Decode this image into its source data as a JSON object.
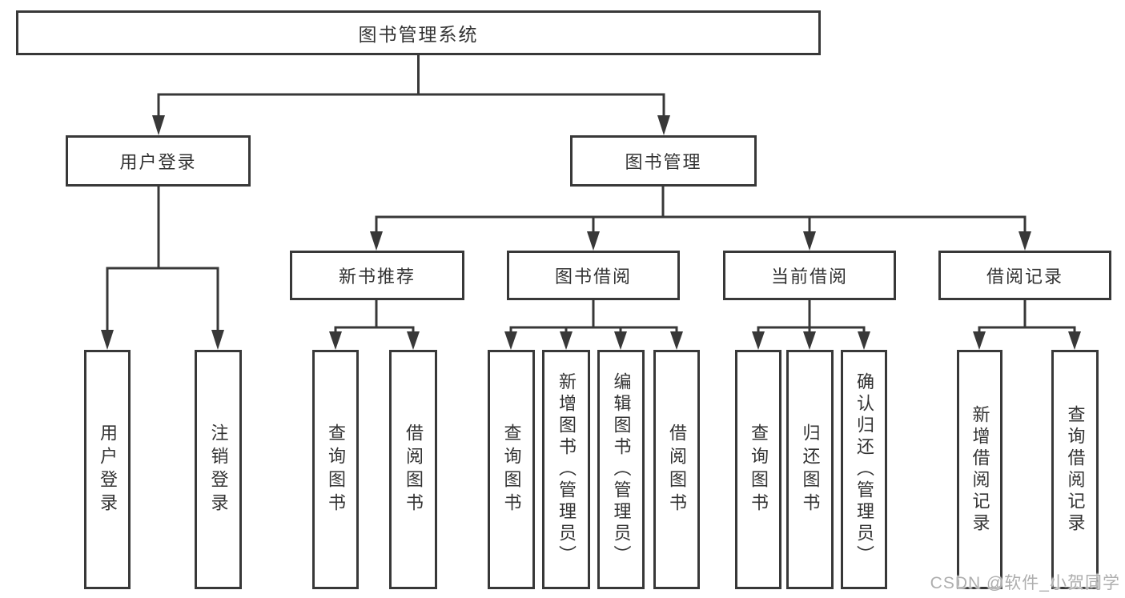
{
  "diagram": {
    "root": "图书管理系统",
    "l2": [
      "用户登录",
      "图书管理"
    ],
    "l3": [
      "新书推荐",
      "图书借阅",
      "当前借阅",
      "借阅记录"
    ],
    "l4": {
      "login": [
        "用户登录",
        "注销登录"
      ],
      "recommend": [
        "查询图书",
        "借阅图书"
      ],
      "borrow": [
        "查询图书",
        "新增图书（管理员）",
        "编辑图书（管理员）",
        "借阅图书"
      ],
      "current": [
        "查询图书",
        "归还图书",
        "确认归还（管理员）"
      ],
      "records": [
        "新增借阅记录",
        "查询借阅记录"
      ]
    }
  },
  "watermark": "CSDN @软件_小贺同学",
  "colors": {
    "line": "#383838",
    "text": "#333333",
    "watermark": "#aeaeae",
    "background": "#ffffff"
  }
}
